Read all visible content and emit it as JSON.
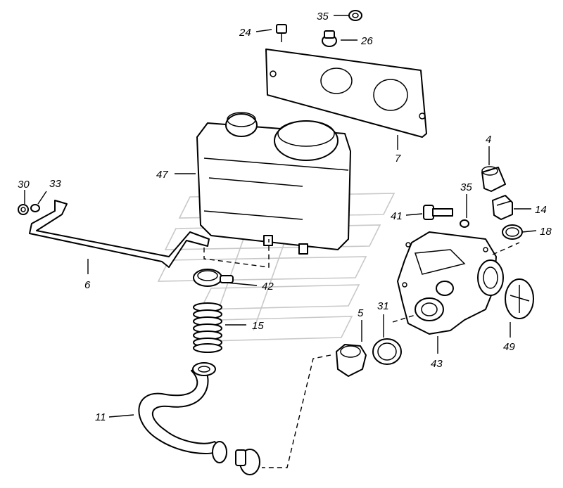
{
  "diagram": {
    "callouts": {
      "c35a": "35",
      "c24": "24",
      "c26": "26",
      "c7": "7",
      "c4": "4",
      "c47": "47",
      "c30": "30",
      "c33": "33",
      "c35b": "35",
      "c41": "41",
      "c14": "14",
      "c18": "18",
      "c6": "6",
      "c42": "42",
      "c15": "15",
      "c5": "5",
      "c31": "31",
      "c49": "49",
      "c43": "43",
      "c11": "11"
    },
    "colors": {
      "line": "#000000",
      "watermark": "#c8c8c8",
      "background": "#ffffff"
    }
  }
}
